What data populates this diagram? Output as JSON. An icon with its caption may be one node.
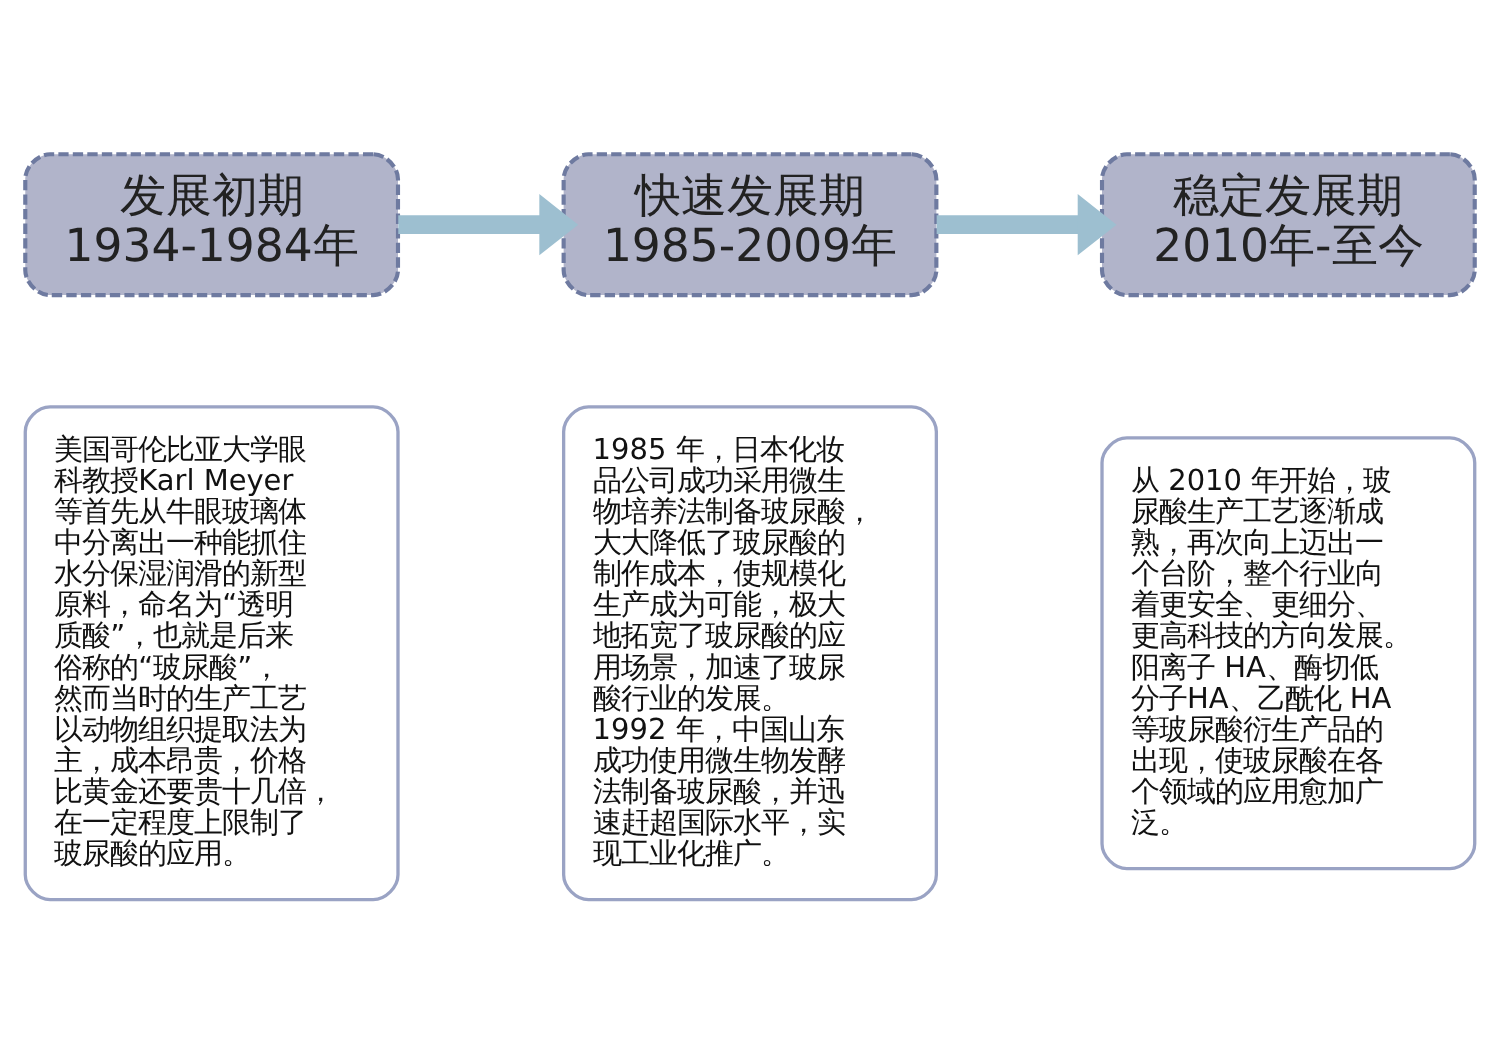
{
  "diagram": {
    "nodes": [
      {
        "text": [
          "发展初期",
          "1934-1984年"
        ]
      },
      {
        "text": [
          "快速发展期",
          "1985-2009年"
        ]
      },
      {
        "text": [
          "稳定发展期",
          "2010年-至今"
        ]
      },
      {
        "text": [
          "美国哥伦比亚大学眼科教授Karl Meyer 等首先从牛眼玻璃体中分离出一种能抓住水分保湿润滑的新型原料，命名为“透明质酸”，也就是后来俗称的“玻尿酸”，然而当时的生产工艺以动物组织提取法为主，成本昂贵，价格比黄金还要贵十几倍，在一定程度上限制了玻尿酸的应用。"
        ]
      },
      {
        "text": [
          "1985 年，日本化妆品公司成功采用微生物培养法制备玻尿酸，大大降低了玻尿酸的制作成本，使规模化生产成为可能，极大地拓宽了玻尿酸的应用场景，加速了玻尿酸行业的发展。1992 年，中国山东成功使用微生物发酵法制备玻尿酸，并迅速赶超国际水平，实现工业化推广。"
        ]
      },
      {
        "text": [
          "从 2010 年开始，玻尿酸生产工艺逐渐成熟，再次向上迈出一个台阶，整个行业向着更安全、更细分、更高科技的方向发展。阳离子 HA、酶切低分子HA、乙酰化 HA 等玻尿酸衍生产品的出现，使玻尿酸在各个领域的应用愈加广泛。"
        ]
      }
    ],
    "edges": [
      {
        "from": 0,
        "to": 1,
        "arrow": "to"
      },
      {
        "from": 1,
        "to": 2,
        "arrow": "to"
      }
    ]
  }
}
